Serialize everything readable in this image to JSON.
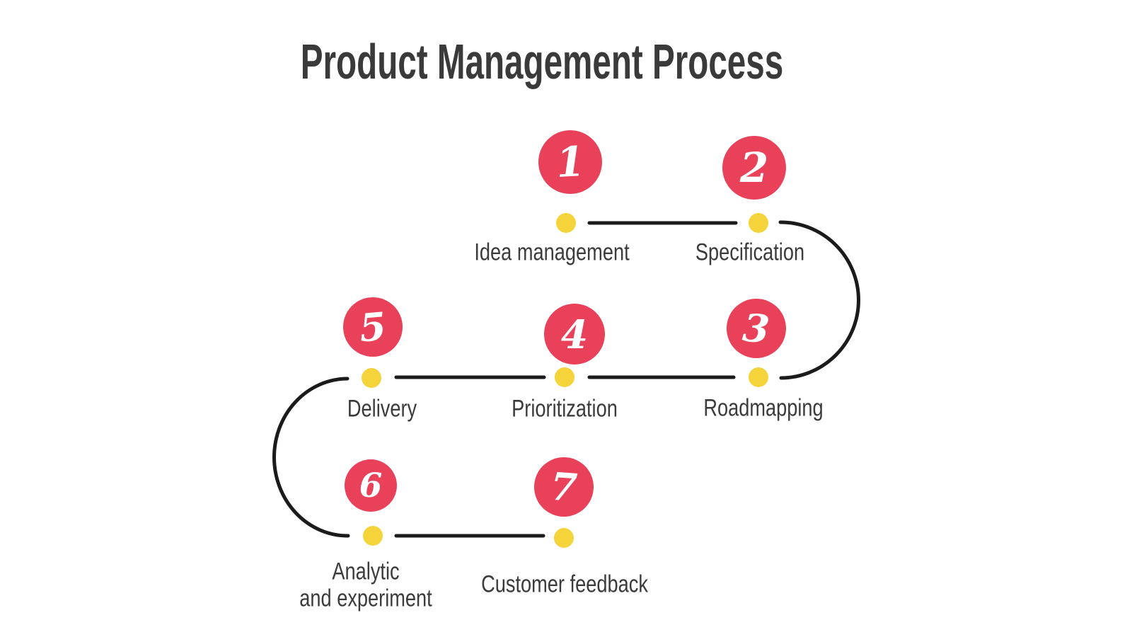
{
  "title": "Product Management Process",
  "colors": {
    "step_circle": "#E94159",
    "dot": "#F4D43A",
    "line": "#1B1B1B",
    "text": "#3B3B3B"
  },
  "steps": [
    {
      "number": "1",
      "label": "Idea management"
    },
    {
      "number": "2",
      "label": "Specification"
    },
    {
      "number": "3",
      "label": "Roadmapping"
    },
    {
      "number": "4",
      "label": "Prioritization"
    },
    {
      "number": "5",
      "label": "Delivery"
    },
    {
      "number": "6",
      "label_line1": "Analytic",
      "label_line2": "and experiment"
    },
    {
      "number": "7",
      "label": "Customer feedback"
    }
  ]
}
